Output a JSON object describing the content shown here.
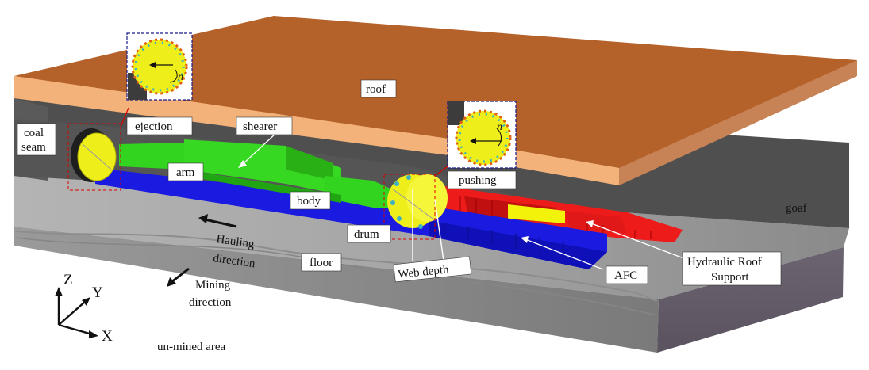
{
  "labels": {
    "roof": "roof",
    "ejection": "ejection",
    "coal_seam_line1": "coal",
    "coal_seam_line2": "seam",
    "shearer": "shearer",
    "arm": "arm",
    "body": "body",
    "drum": "drum",
    "pushing": "pushing",
    "goaf": "goaf",
    "hauling_line1": "Hauling",
    "hauling_line2": "direction",
    "floor": "floor",
    "web_depth": "Web depth",
    "afc": "AFC",
    "hydraulic_line1": "Hydraulic Roof",
    "hydraulic_line2": "Support",
    "mining_line1": "Mining",
    "mining_line2": "direction",
    "axis_z": "Z",
    "axis_y": "Y",
    "axis_x": "X",
    "unmined": "un-mined area",
    "rotation_n_left": "n",
    "rotation_n_right": "n"
  },
  "colors": {
    "roof_top": "#b8642a",
    "roof_front": "#f3b27a",
    "roof_side": "#c78356",
    "seam_dark": "#5d5d5d",
    "floor_top": "#9c9c9c",
    "floor_front": "#6f6a73",
    "shearer_green": "#33d41f",
    "afc_blue": "#1919e6",
    "support_red": "#f01e1e",
    "support_yellow": "#f2f20a",
    "drum_yellow": "#eeee1a",
    "inset_border": "#1a1a8c"
  }
}
